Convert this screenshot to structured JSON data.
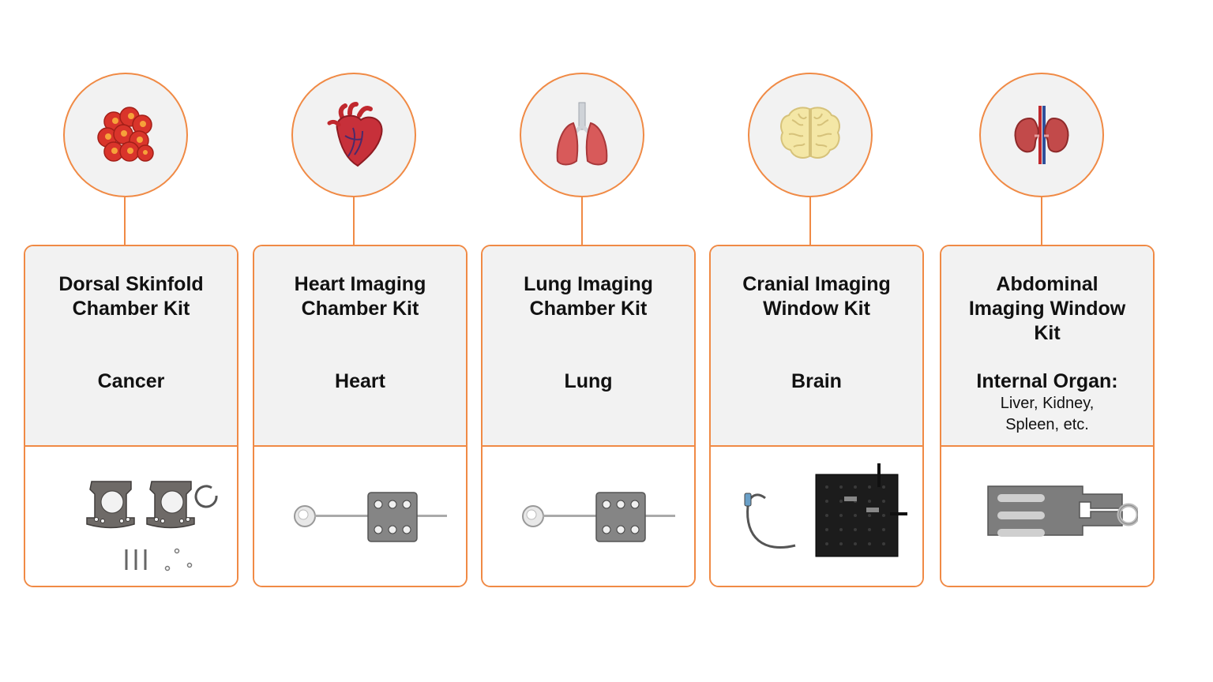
{
  "kits": [
    {
      "id": "dorsal",
      "name_line1": "Dorsal Skinfold",
      "name_line2": "Chamber Kit",
      "name_line3": "",
      "category": "Cancer",
      "sub_line1": "",
      "sub_line2": "",
      "icon": "tumor-cluster-icon"
    },
    {
      "id": "heart",
      "name_line1": "Heart Imaging",
      "name_line2": "Chamber Kit",
      "name_line3": "",
      "category": "Heart",
      "sub_line1": "",
      "sub_line2": "",
      "icon": "heart-icon"
    },
    {
      "id": "lung",
      "name_line1": "Lung Imaging",
      "name_line2": "Chamber Kit",
      "name_line3": "",
      "category": "Lung",
      "sub_line1": "",
      "sub_line2": "",
      "icon": "lungs-icon"
    },
    {
      "id": "cranial",
      "name_line1": "Cranial Imaging",
      "name_line2": "Window Kit",
      "name_line3": "",
      "category": "Brain",
      "sub_line1": "",
      "sub_line2": "",
      "icon": "brain-icon"
    },
    {
      "id": "abdominal",
      "name_line1": "Abdominal",
      "name_line2": "Imaging Window",
      "name_line3": "Kit",
      "category": "Internal Organ:",
      "sub_line1": "Liver, Kidney,",
      "sub_line2": "Spleen, etc.",
      "icon": "kidneys-icon"
    }
  ],
  "colors": {
    "accent": "#f08a45",
    "panel": "#f2f2f2",
    "text": "#111111"
  }
}
